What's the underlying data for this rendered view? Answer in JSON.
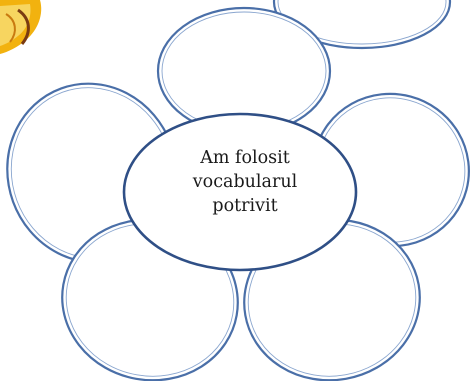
{
  "center": {
    "lines": [
      "Am folosit",
      "vocabularul",
      "potrivit"
    ]
  },
  "petals": [
    {
      "id": "top"
    },
    {
      "id": "top-right-partial"
    },
    {
      "id": "left"
    },
    {
      "id": "right"
    },
    {
      "id": "bottom-left"
    },
    {
      "id": "bottom-right"
    }
  ],
  "colors": {
    "petal_stroke": "#4a6fa8",
    "center_stroke": "#2f4f86",
    "logo_gold": "#f2b20f",
    "logo_brown": "#7a3b12"
  }
}
